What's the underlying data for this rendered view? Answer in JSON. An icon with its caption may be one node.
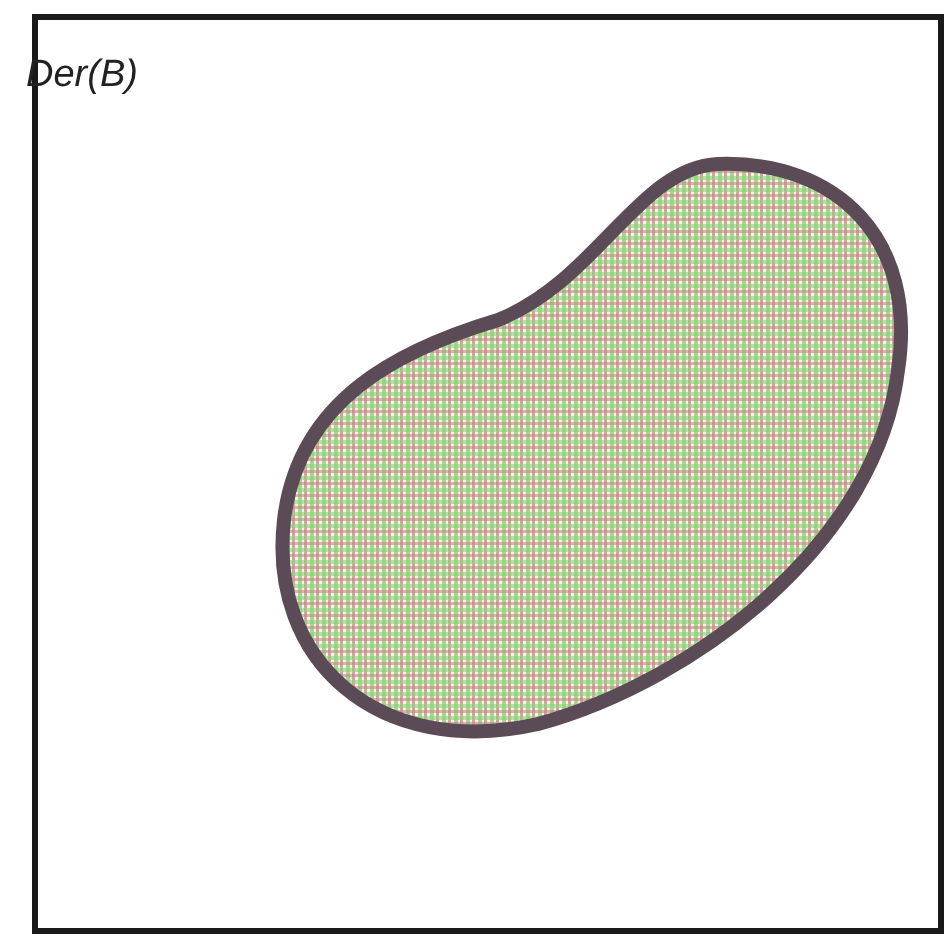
{
  "diagram": {
    "nodes": [
      {
        "text": [
          "Der(B)"
        ]
      },
      {
        "text": [],
        "shape": "blob",
        "in": 0
      }
    ]
  }
}
